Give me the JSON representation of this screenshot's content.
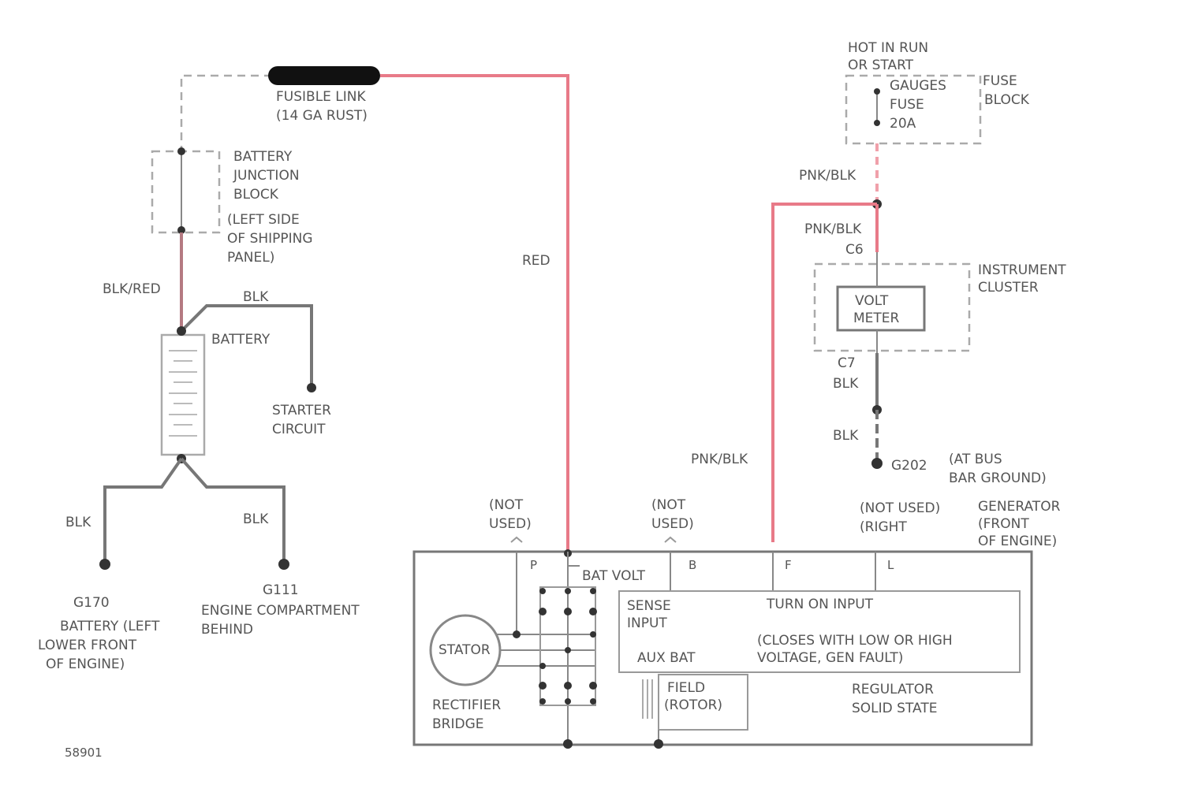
{
  "fusible_link": {
    "line1": "FUSIBLE LINK",
    "line2": "(14 GA RUST)"
  },
  "battery_junction_block": {
    "line1": "BATTERY",
    "line2": "JUNCTION",
    "line3": "BLOCK"
  },
  "junction_location": {
    "line1": "(LEFT SIDE",
    "line2": "OF SHIPPING",
    "line3": "PANEL)"
  },
  "battery": {
    "label": "BATTERY"
  },
  "starter_circuit": {
    "line1": "STARTER",
    "line2": "CIRCUIT"
  },
  "wires": {
    "blk_red": "BLK/RED",
    "blk_top": "BLK",
    "red": "RED",
    "blk_left": "BLK",
    "blk_right": "BLK",
    "pnk_blk_top": "PNK/BLK",
    "pnk_blk_mid": "PNK/BLK",
    "pnk_blk_low": "PNK/BLK",
    "blk_c2": "BLK",
    "blk_g": "BLK"
  },
  "ground_g170": {
    "id": "G170",
    "line1": "BATTERY (LEFT",
    "line2": "LOWER FRONT",
    "line3": "OF ENGINE)"
  },
  "ground_g111": {
    "id": "G111",
    "line1": "ENGINE COMPARTMENT",
    "line2": "BEHIND"
  },
  "hot_in_run": {
    "line1": "HOT IN RUN",
    "line2": "OR START"
  },
  "fuse": {
    "line1": "GAUGES",
    "line2": "FUSE",
    "line3": "20A"
  },
  "fuse_block": {
    "line1": "FUSE",
    "line2": "BLOCK"
  },
  "connectors": {
    "c6": "C6",
    "c7": "C7"
  },
  "instrument_cluster": {
    "line1": "INSTRUMENT",
    "line2": "CLUSTER"
  },
  "volt_meter": {
    "line1": "VOLT",
    "line2": "METER"
  },
  "ground_g202": {
    "id": "G202",
    "line1": "(AT BUS",
    "line2": "BAR GROUND)"
  },
  "not_used_1": {
    "line1": "(NOT",
    "line2": "USED)"
  },
  "not_used_2": {
    "line1": "(NOT",
    "line2": "USED)"
  },
  "not_used_3": {
    "line1": "(NOT USED)",
    "line2": "(RIGHT"
  },
  "generator": {
    "line1": "GENERATOR",
    "line2": "(FRONT",
    "line3": "OF ENGINE)"
  },
  "terminals": {
    "p": "P",
    "b": "B",
    "f": "F",
    "l": "L"
  },
  "bat_volt": "BAT VOLT",
  "sense_input": {
    "line1": "SENSE",
    "line2": "INPUT"
  },
  "turn_on_input": "TURN ON INPUT",
  "closes_note": {
    "line1": "(CLOSES WITH LOW OR HIGH",
    "line2": "VOLTAGE, GEN FAULT)"
  },
  "aux_bat": "AUX BAT",
  "field": {
    "line1": "FIELD",
    "line2": "(ROTOR)"
  },
  "stator": "STATOR",
  "rectifier": {
    "line1": "RECTIFIER",
    "line2": "BRIDGE"
  },
  "regulator": {
    "line1": "REGULATOR",
    "line2": "SOLID STATE"
  },
  "diagram_id": "58901"
}
